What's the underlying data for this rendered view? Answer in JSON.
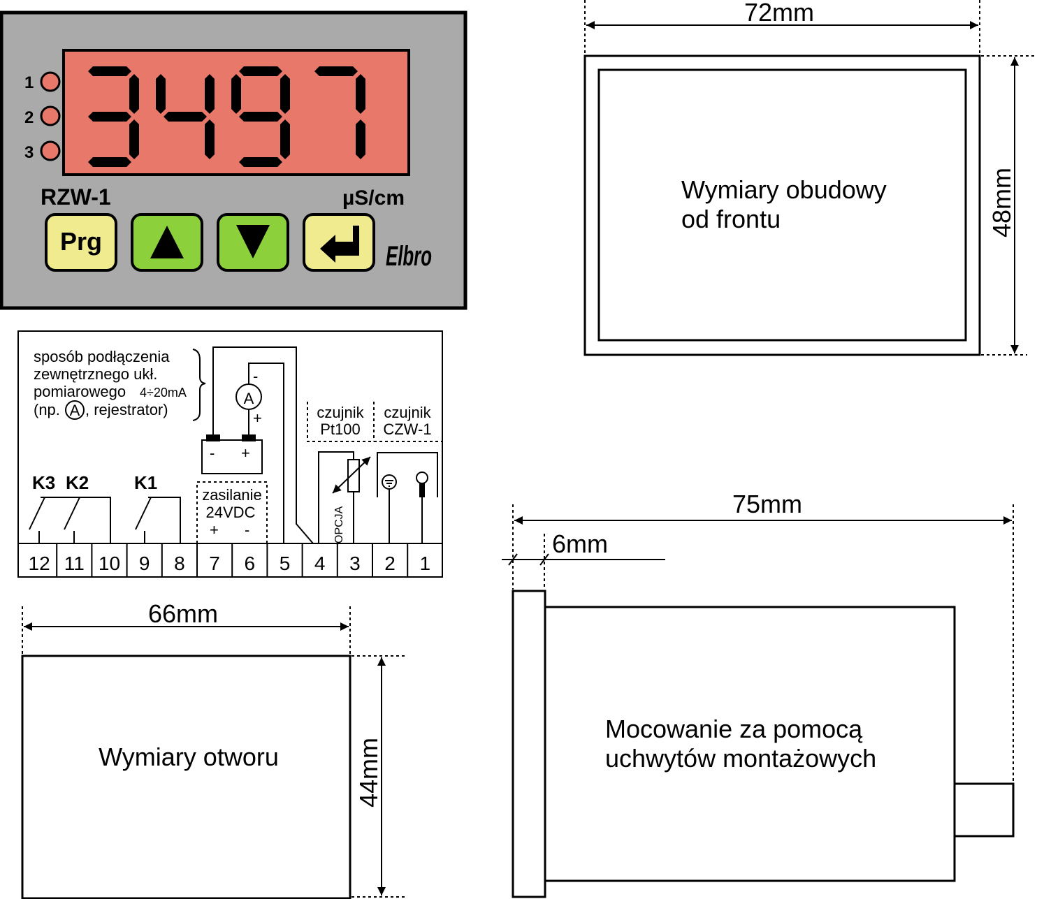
{
  "panel": {
    "model": "RZW-1",
    "unit": "µS/cm",
    "display_value": "3497",
    "indicators": [
      "1",
      "2",
      "3"
    ],
    "buttons": [
      "Prg",
      "▲",
      "▼",
      "↵"
    ],
    "logo": "Elbro",
    "colors": {
      "panel": "#aaaaaa",
      "display": "#e8786a",
      "button_yellow": "#efeb8e",
      "button_green": "#8cd13c",
      "led": "#e8786a"
    }
  },
  "front": {
    "width_label": "72mm",
    "height_label": "48mm",
    "caption_line1": "Wymiary obudowy",
    "caption_line2": "od frontu"
  },
  "wiring": {
    "note_line1": "sposób podłączenia",
    "note_line2": "zewnętrznego ukł.",
    "note_line3": "pomiarowego",
    "note_range": "4÷20mA",
    "note_line4a": "(np.",
    "note_line4b": ", rejestrator)",
    "ammeter": "A",
    "minus": "-",
    "plus": "+",
    "supply_line1": "zasilanie",
    "supply_line2": "24VDC",
    "sensor1_line1": "czujnik",
    "sensor1_line2": "Pt100",
    "sensor2_line1": "czujnik",
    "sensor2_line2": "CZW-1",
    "option": "OPCJA",
    "relays": [
      "K3",
      "K2",
      "K1"
    ],
    "terminals": [
      "12",
      "11",
      "10",
      "9",
      "8",
      "7",
      "6",
      "5",
      "4",
      "3",
      "2",
      "1"
    ]
  },
  "cutout": {
    "width_label": "66mm",
    "height_label": "44mm",
    "caption": "Wymiary otworu"
  },
  "side": {
    "depth_label": "75mm",
    "flange_label": "6mm",
    "caption_line1": "Mocowanie za pomocą",
    "caption_line2": "uchwytów montażowych"
  }
}
